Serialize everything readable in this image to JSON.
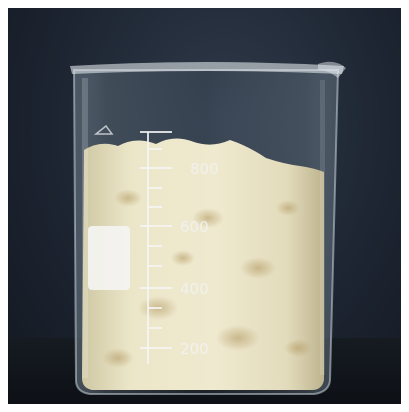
{
  "photo": {
    "subject_icon": "glass-beaker-icon",
    "graduations": [
      "800",
      "600",
      "400",
      "200"
    ],
    "colors": {
      "background": "#1d2532",
      "contents": "#e9e3c6",
      "glass_edge": "#cfd8df",
      "label_patch": "#f3f3f1"
    }
  }
}
